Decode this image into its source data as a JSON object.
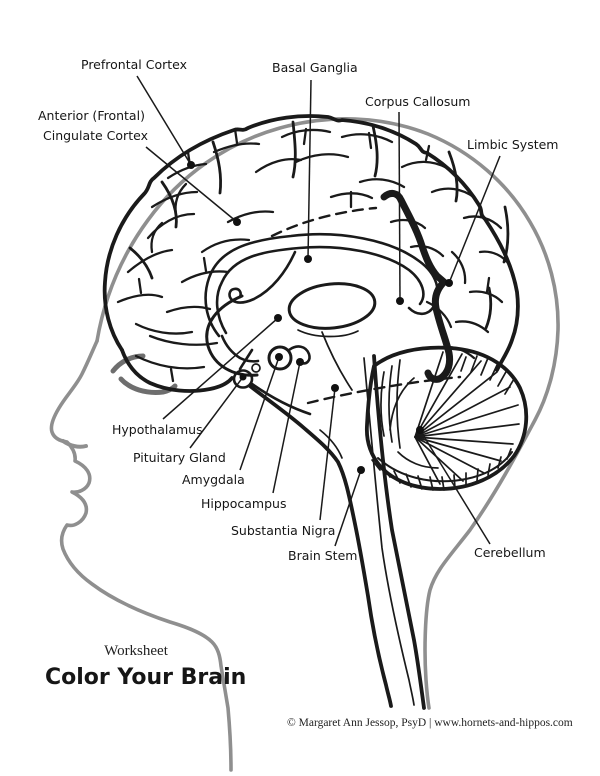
{
  "diagram": {
    "labels": {
      "prefrontal_cortex": "Prefrontal Cortex",
      "anterior_cingulate_line1": "Anterior (Frontal)",
      "anterior_cingulate_line2": "Cingulate Cortex",
      "basal_ganglia": "Basal Ganglia",
      "corpus_callosum": "Corpus Callosum",
      "limbic_system": "Limbic System",
      "hypothalamus": "Hypothalamus",
      "pituitary_gland": "Pituitary Gland",
      "amygdala": "Amygdala",
      "hippocampus": "Hippocampus",
      "substantia_nigra": "Substantia Nigra",
      "brain_stem": "Brain Stem",
      "cerebellum": "Cerebellum"
    },
    "colors": {
      "ink": "#1a1a1a",
      "head_outline": "#8f8f8f"
    }
  },
  "footer": {
    "worksheet_kicker": "Worksheet",
    "title": "Color Your Brain",
    "credit": "© Margaret Ann Jessop, PsyD | www.hornets-and-hippos.com"
  }
}
